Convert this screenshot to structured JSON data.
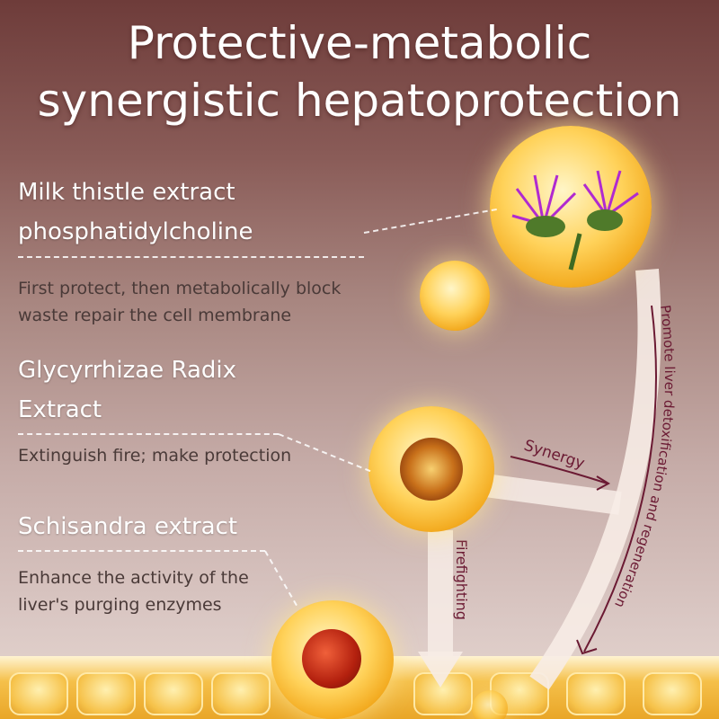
{
  "title": {
    "line1": "Protective-metabolic",
    "line2": "synergistic hepatoprotection"
  },
  "ingredients": [
    {
      "name_line1": "Milk thistle extract",
      "name_line2": "phosphatidylcholine",
      "desc_line1": "First protect, then metabolically block",
      "desc_line2": "waste   repair the cell membrane"
    },
    {
      "name_line1": "Glycyrrhizae Radix",
      "name_line2": "Extract",
      "desc_line1": "Extinguish fire; make protection"
    },
    {
      "name_line1": "Schisandra extract",
      "desc_line1": "Enhance the activity of the",
      "desc_line2": "liver's purging enzymes"
    }
  ],
  "labels": {
    "synergy": "Synergy",
    "firefighting": "Firefighting",
    "promote": "Promote liver detoxification and regeneration"
  },
  "colors": {
    "accent": "#6b1a33",
    "bg_top": "#6e3c3a",
    "bg_bottom": "#e8d8cf"
  }
}
